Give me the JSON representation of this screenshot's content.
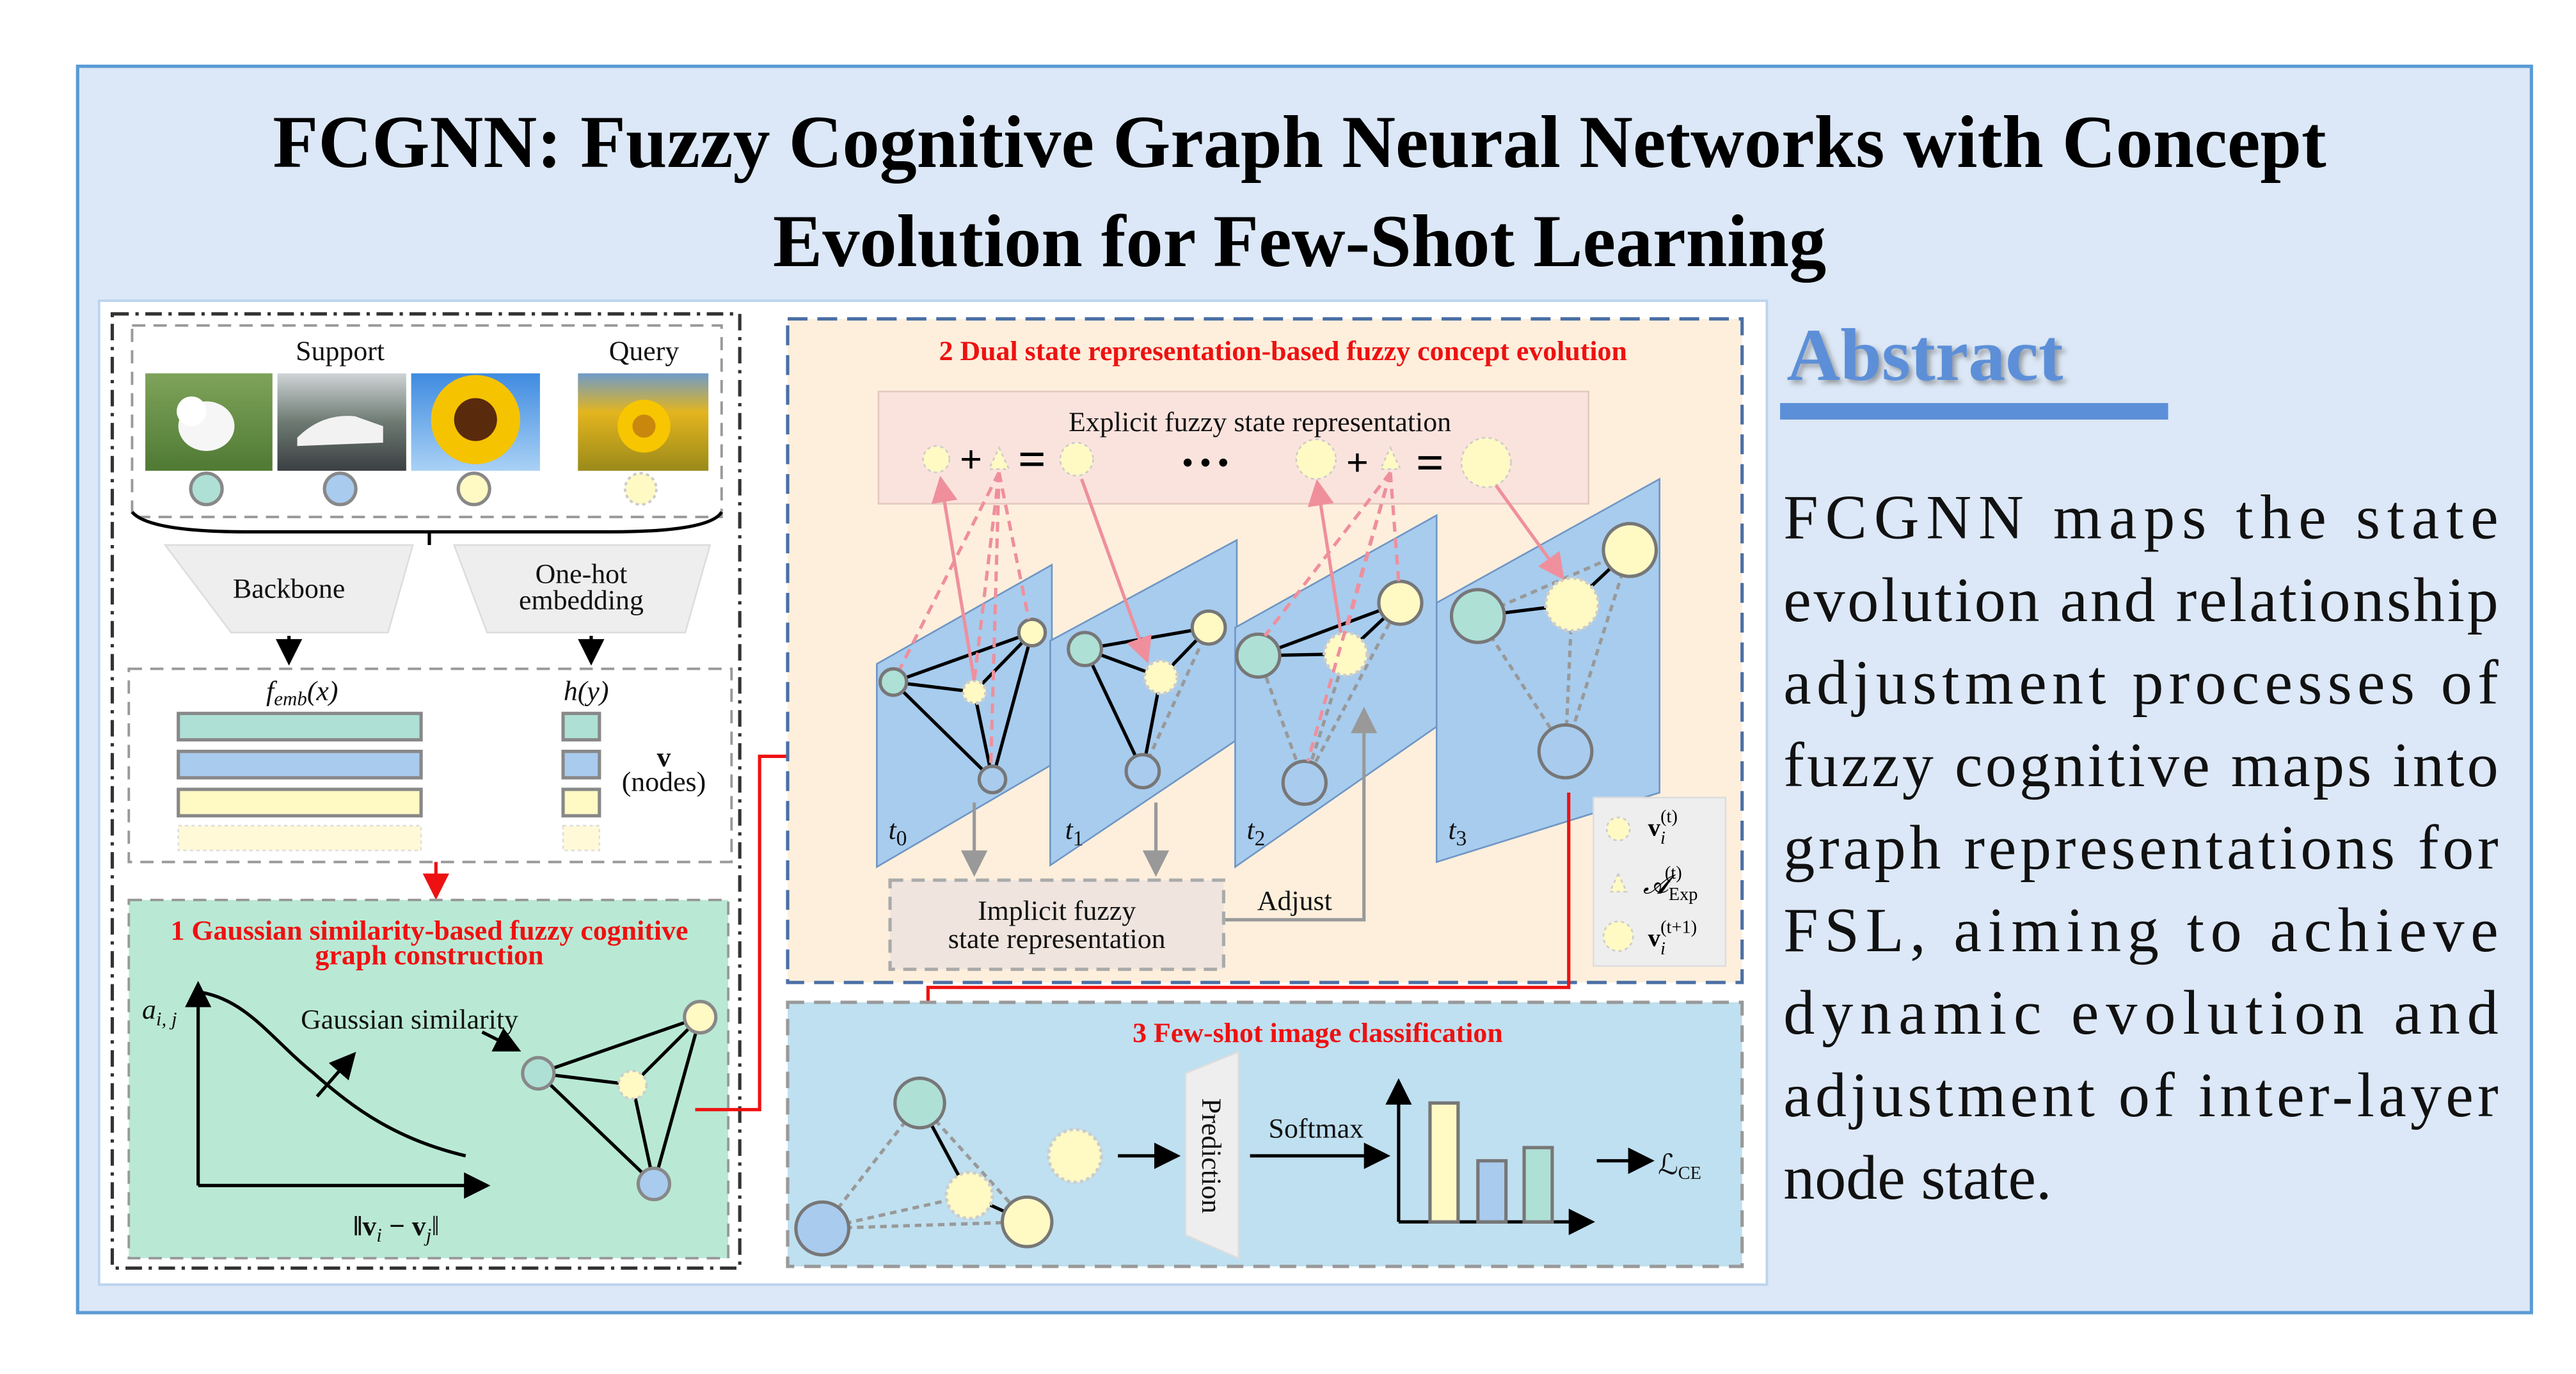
{
  "title": {
    "line1": "FCGNN: Fuzzy Cognitive Graph Neural Networks with Concept",
    "line2": "Evolution for Few-Shot Learning"
  },
  "input": {
    "support_label": "Support",
    "query_label": "Query",
    "backbone_label": "Backbone",
    "onehot_line1": "One-hot",
    "onehot_line2": "embedding",
    "femb_f": "f",
    "femb_sub": "emb",
    "femb_arg": "(x)",
    "h_label": "h(y)",
    "v_label": "v",
    "nodes_label": "(nodes)"
  },
  "section1": {
    "title_line1": "1 Gaussian similarity-based fuzzy cognitive",
    "title_line2": "graph construction",
    "y_axis": "a",
    "y_axis_sub": "i, j",
    "curve_label": "Gaussian similarity",
    "x_axis": "‖v",
    "x_axis_i": "i",
    "x_axis_minus": " − v",
    "x_axis_j": "j",
    "x_axis_end": "‖"
  },
  "section2": {
    "title": "2 Dual state representation-based fuzzy concept evolution",
    "explicit_label": "Explicit fuzzy state representation",
    "plus": "+",
    "equals": "=",
    "ellipsis": "• • •",
    "implicit_line1": "Implicit fuzzy",
    "implicit_line2": "state representation",
    "adjust_label": "Adjust",
    "time_steps": [
      "t",
      "t",
      "t",
      "t"
    ],
    "time_subs": [
      "0",
      "1",
      "2",
      "3"
    ],
    "legend": {
      "v_t": "v",
      "v_t_sub": "i",
      "v_t_sup": "(t)",
      "a_exp": "𝓐",
      "a_exp_sub": "Exp",
      "a_exp_sup": "(t)",
      "v_t1": "v",
      "v_t1_sub": "i",
      "v_t1_sup": "(t+1)"
    }
  },
  "section3": {
    "title": "3 Few-shot image classification",
    "prediction_label": "Prediction",
    "softmax_label": "Softmax",
    "loss_label": "ℒ",
    "loss_sub": "CE"
  },
  "abstract": {
    "heading": "Abstract",
    "lines": [
      "FCGNN maps the state",
      "evolution and relationship",
      "adjustment processes of",
      "fuzzy cognitive maps into",
      "graph representations for",
      "FSL, aiming to achieve",
      "dynamic evolution and",
      "adjustment of inter-layer",
      "node state."
    ]
  },
  "colors": {
    "frame": "#5b9bd5",
    "background": "#dce8f7",
    "teal_node": "#aee0d6",
    "blue_node": "#a9cbee",
    "yellow_node": "#fff9c4",
    "accent_red": "#ee1111",
    "abstract_blue": "#5b8fd8"
  }
}
